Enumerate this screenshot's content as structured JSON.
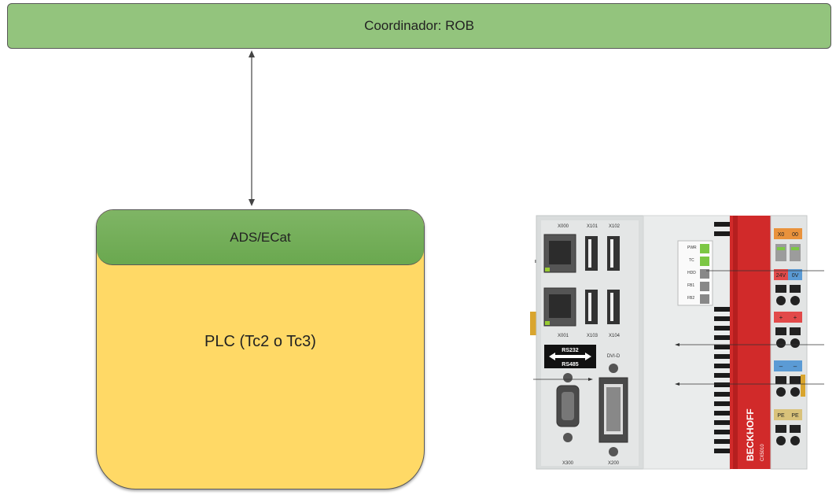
{
  "coordinator": {
    "label": "Coordinador: ROB"
  },
  "plc": {
    "header": "ADS/ECat",
    "label": "PLC (Tc2 o Tc3)"
  },
  "device": {
    "brand": "BECKHOFF",
    "model": "CX5010",
    "ports_top": [
      "X000",
      "X101",
      "X102"
    ],
    "ports_mid": [
      "X001",
      "X103",
      "X104"
    ],
    "serial_top": "RS232",
    "serial_bottom": "RS485",
    "dvi_label": "DVI-D",
    "serial_port": "X300",
    "dvi_port": "X200",
    "leds": [
      "PWR",
      "TC",
      "HDD",
      "FB1",
      "FB2"
    ],
    "terminal_labels": [
      "X0",
      "00",
      "24V",
      "0V",
      "+",
      "+",
      "–",
      "–",
      "PE",
      "PE"
    ]
  }
}
